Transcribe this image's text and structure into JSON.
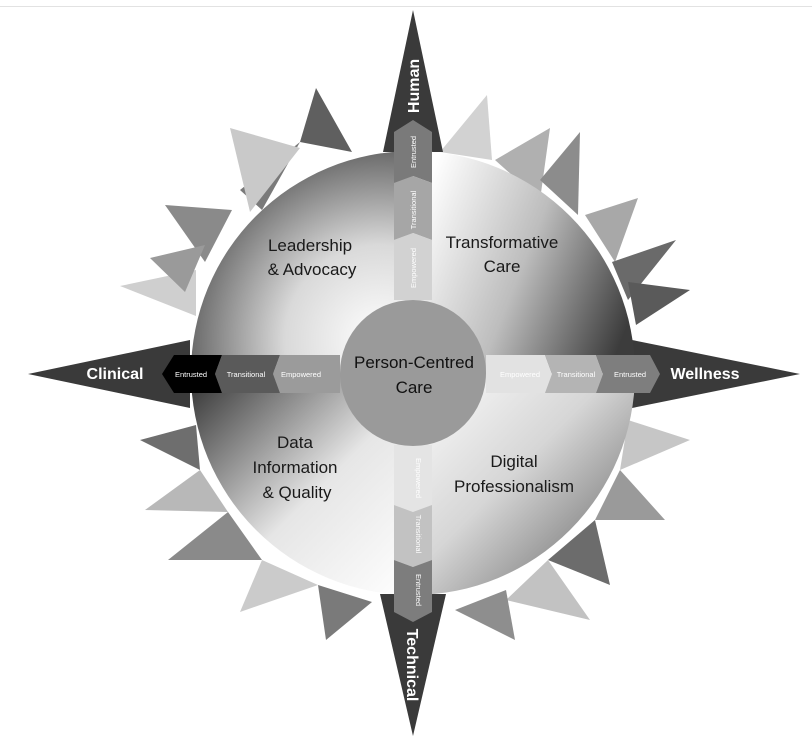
{
  "directions": {
    "top": "Human",
    "left": "Clinical",
    "right": "Wellness",
    "bottom": "Technical"
  },
  "center": {
    "line1": "Person-Centred",
    "line2": "Care"
  },
  "quadrants": {
    "top_left": [
      "Leadership",
      "& Advocacy"
    ],
    "top_right": [
      "Transformative",
      "Care"
    ],
    "bottom_left": [
      "Data",
      "Information",
      "& Quality"
    ],
    "bottom_right": [
      "Digital",
      "Professionalism"
    ]
  },
  "stages": {
    "left": [
      "Empowered",
      "Transitional",
      "Entrusted"
    ],
    "right": [
      "Empowered",
      "Transitional",
      "Entrusted"
    ],
    "top": [
      "Empowered",
      "Transitional",
      "Entrusted"
    ],
    "bottom": [
      "Empowered",
      "Transitional",
      "Entrusted"
    ]
  },
  "colors": {
    "compass_point": "#3a3a3a",
    "dark_spike": "#5c5c5c",
    "mid_spike": "#8a8a8a",
    "light_spike": "#c4c4c4",
    "center_disc": "#9a9a9a",
    "entrusted_left": "#000000"
  }
}
